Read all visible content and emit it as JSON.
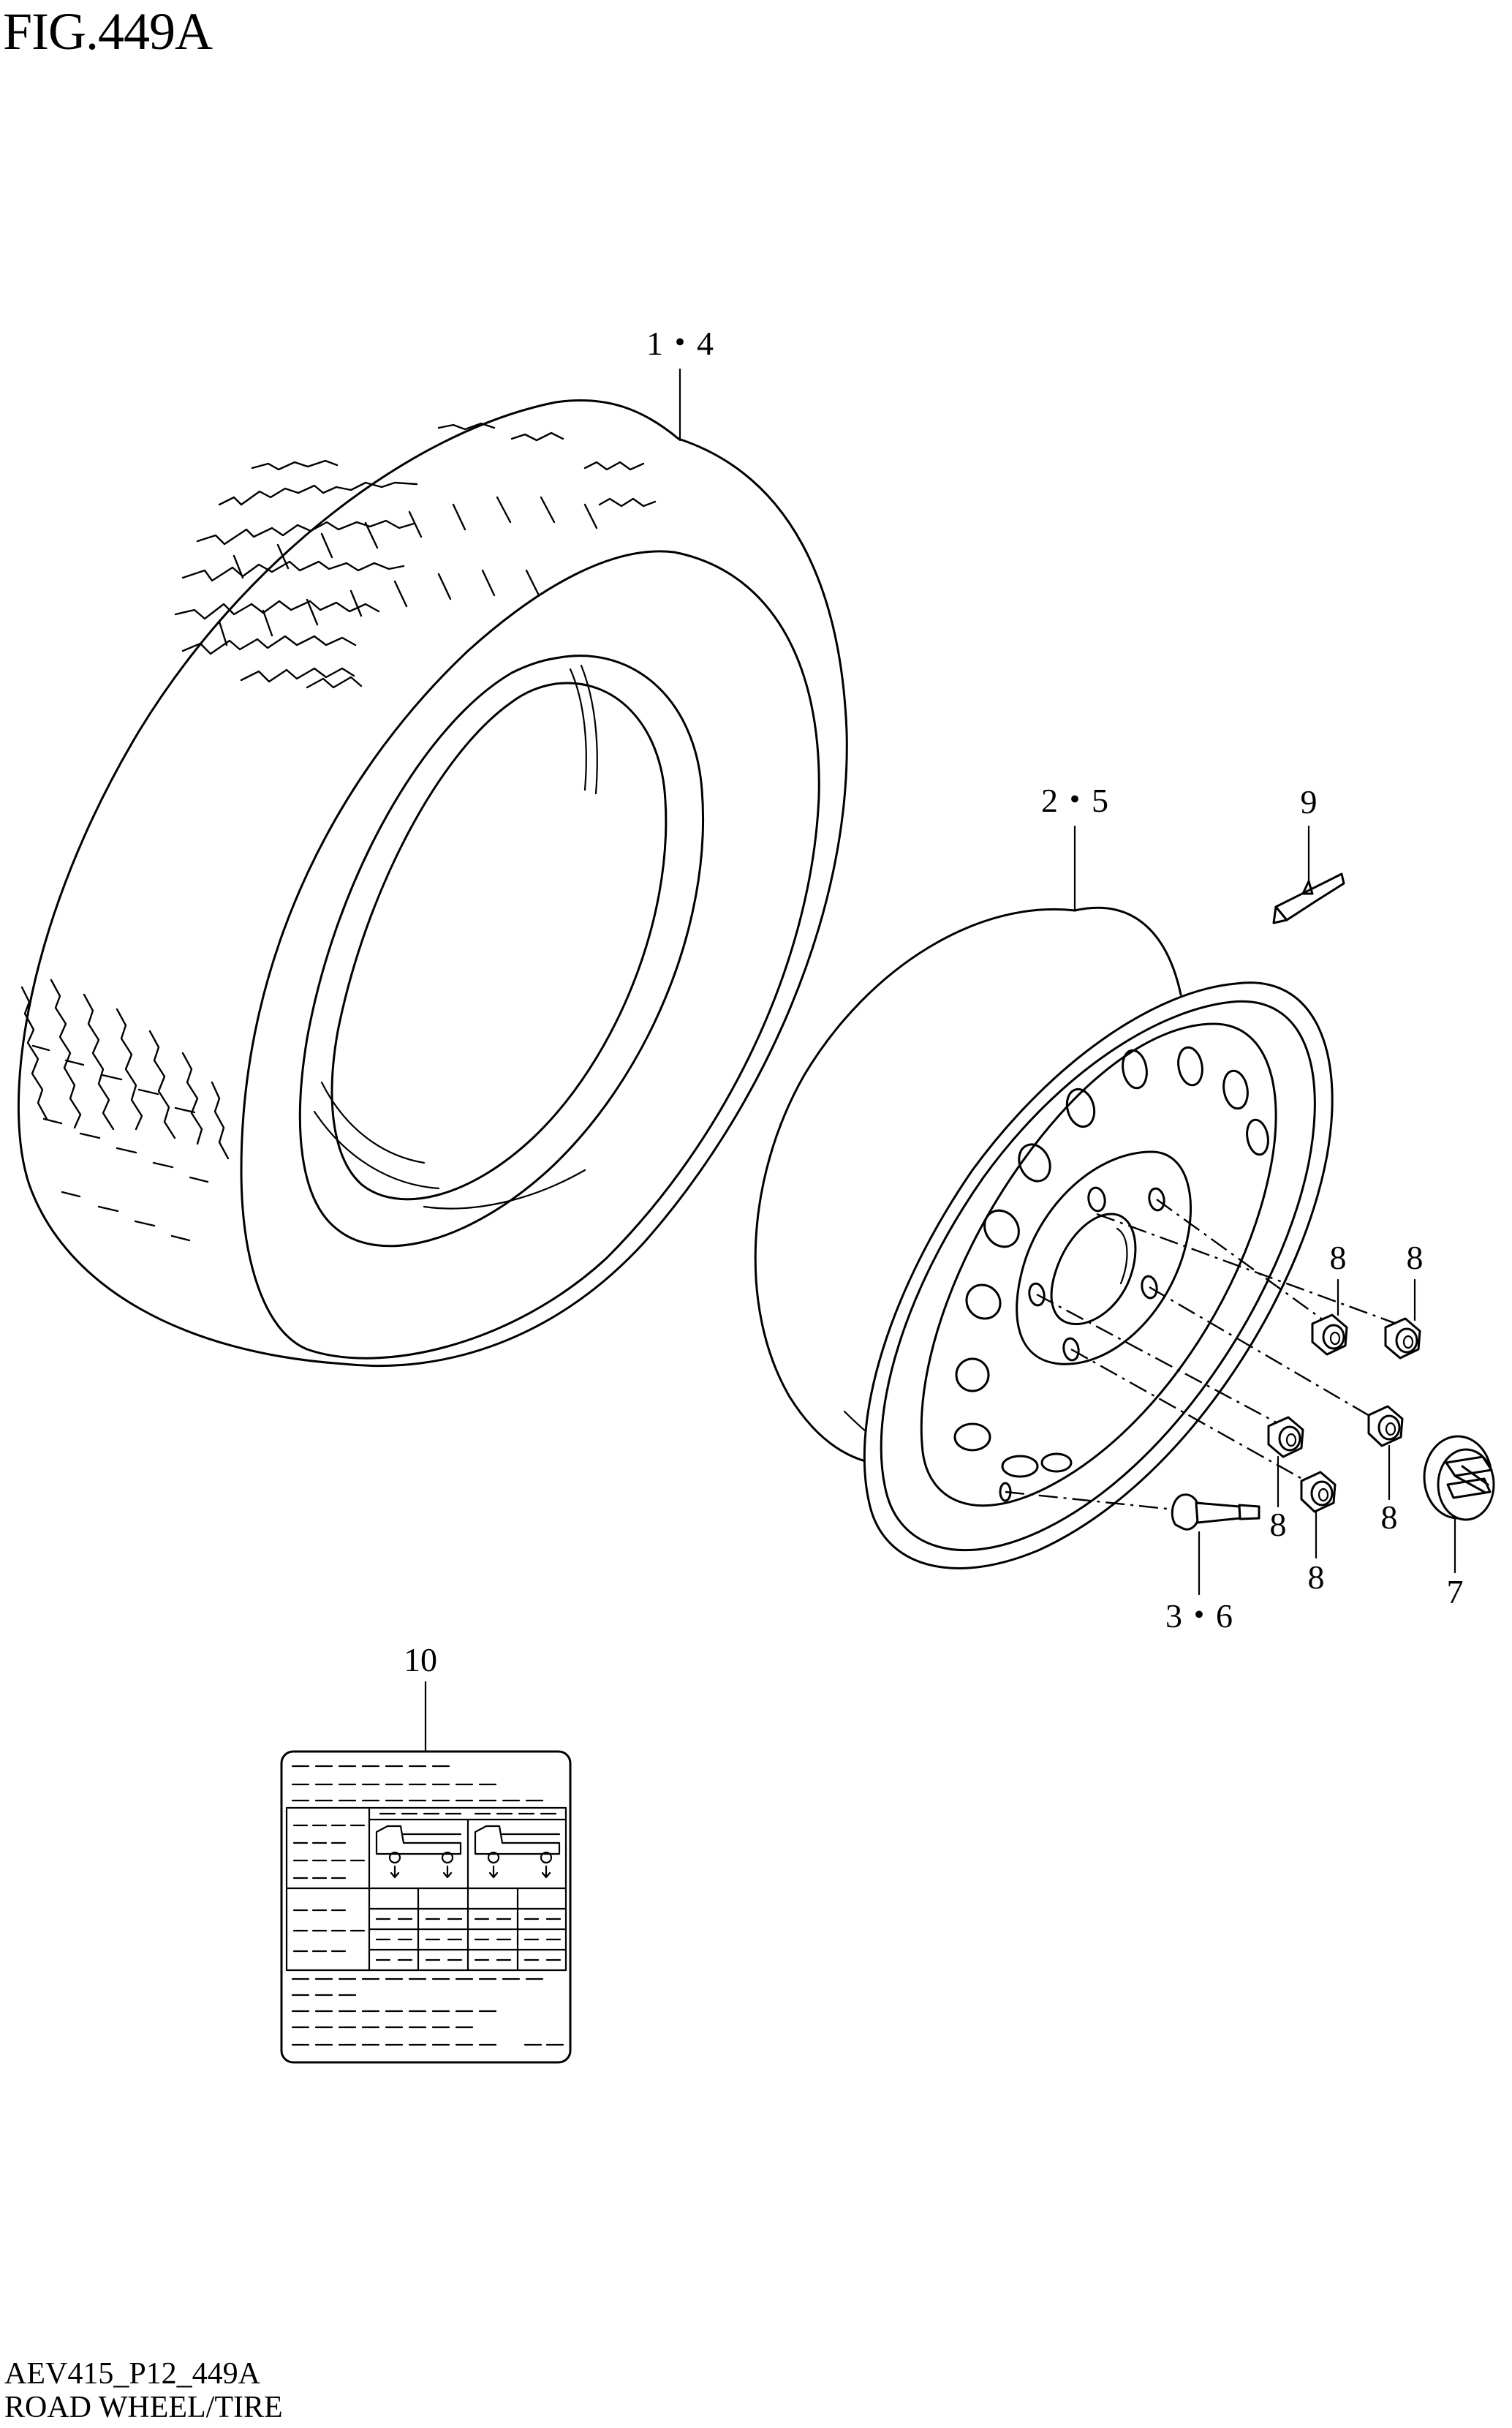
{
  "figure": {
    "title": "FIG.449A",
    "code": "AEV415_P12_449A",
    "caption": "ROAD WHEEL/TIRE"
  },
  "callouts": {
    "tire": "1・4",
    "wheel": "2・5",
    "valve": "3・6",
    "cap": "7",
    "nut": "8",
    "weight": "9",
    "label": "10"
  }
}
